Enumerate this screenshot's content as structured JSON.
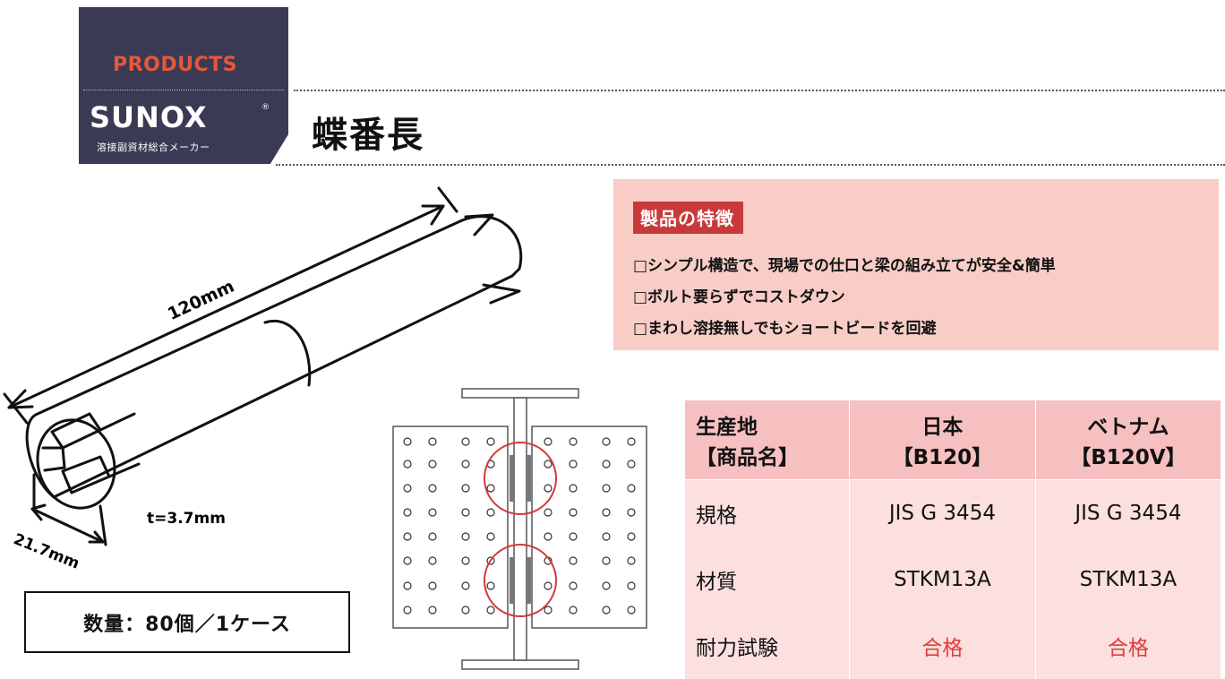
{
  "logo": {
    "products": "PRODUCTS",
    "brand": "SUNOX",
    "registered": "®",
    "tagline": "溶接副資材総合メーカー"
  },
  "title": "蝶番長",
  "features": {
    "heading": "製品の特徴",
    "items": [
      "□シンプル構造で、現場での仕口と梁の組み立てが安全&簡単",
      "□ボルト要らずでコストダウン",
      "□まわし溶接無しでもショートビードを回避"
    ]
  },
  "drawing": {
    "length": "120mm",
    "thickness": "t=3.7mm",
    "diameter": "21.7mm"
  },
  "quantity": "数量：80個／1ケース",
  "spec_table": {
    "header": {
      "label_line1": "生産地",
      "label_line2": "【商品名】",
      "col1_line1": "日本",
      "col1_line2": "【B120】",
      "col2_line1": "ベトナム",
      "col2_line2": "【B120V】"
    },
    "rows": [
      {
        "label": "規格",
        "col1": "JIS G 3454",
        "col2": "JIS G 3454"
      },
      {
        "label": "材質",
        "col1": "STKM13A",
        "col2": "STKM13A"
      },
      {
        "label": "耐力試験",
        "col1": "合格",
        "col2": "合格"
      }
    ]
  },
  "colors": {
    "logo_bg": "#3b3a55",
    "logo_products": "#e4583a",
    "features_bg": "#f8cdc6",
    "features_tag": "#c83a3a",
    "table_header_bg": "#f6bfc0",
    "table_body_bg": "#fbe0df",
    "pass_text": "#e23a3a"
  }
}
